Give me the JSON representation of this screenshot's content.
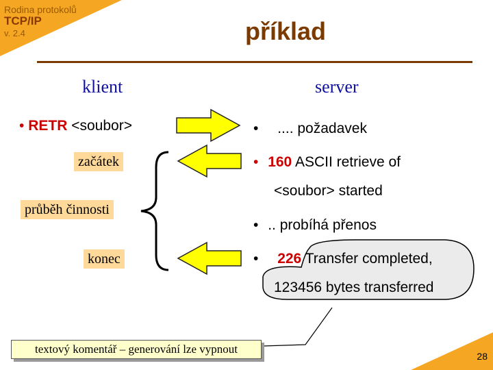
{
  "header": {
    "series": "Rodina protokolů",
    "course": "TCP/IP",
    "version": "v. 2.4",
    "title": "příklad"
  },
  "columns": {
    "client": "klient",
    "server": "server"
  },
  "client": {
    "bullet": "•",
    "command_keyword": "RETR",
    "command_argument": "<soubor>",
    "stages": [
      "začátek",
      "průběh činnosti",
      "konec"
    ]
  },
  "server": {
    "items": [
      {
        "bullet": "•",
        "text": ".... požadavek"
      },
      {
        "bullet": "•",
        "code": "160",
        "text": "ASCII retrieve of",
        "continuation": "<soubor> started"
      },
      {
        "bullet": "•",
        "text": ".. probíhá přenos"
      },
      {
        "bullet": "•",
        "code": "226",
        "text": "Transfer completed,",
        "continuation": "123456 bytes transferred"
      }
    ]
  },
  "comment": "textový komentář – generování lze vypnout",
  "page_number": "28",
  "colors": {
    "accent_orange": "#f5a623",
    "title_brown": "#7a3a00",
    "column_blue": "#1010a0",
    "code_red": "#cc0000",
    "arrow_yellow": "#ffff00",
    "stage_box": "#ffd99a",
    "comment_box": "#ffffcc"
  },
  "icons": [
    "right-arrow-icon",
    "left-arrow-icon",
    "curly-brace-icon",
    "callout-bubble-icon"
  ]
}
